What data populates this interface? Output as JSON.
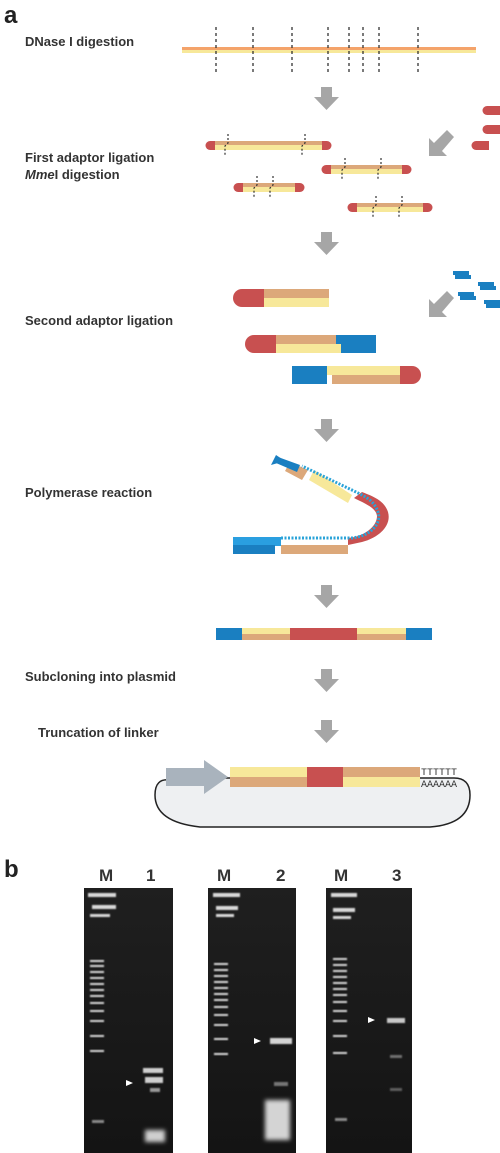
{
  "panel_a": {
    "letter": "a",
    "steps": {
      "dnase": "DNase I digestion",
      "first_ligation": "First adaptor ligation",
      "mme_italic": "Mme",
      "mme_rest": "I digestion",
      "second_ligation": "Second adaptor ligation",
      "polymerase": "Polymerase reaction",
      "subcloning": "Subcloning into plasmid",
      "truncation": "Truncation of linker"
    },
    "poly_t": "TTTTTT",
    "poly_a": "AAAAAA"
  },
  "panel_b": {
    "letter": "b",
    "gels": [
      {
        "marker": "M",
        "lane": "1"
      },
      {
        "marker": "M",
        "lane": "2"
      },
      {
        "marker": "M",
        "lane": "3"
      }
    ]
  },
  "colors": {
    "yellow": "#f7e89a",
    "tan": "#dca87a",
    "red": "#c85050",
    "blue": "#1a7fc1",
    "arrow": "#a6a6a6",
    "plasmid_fill": "#eef0f2",
    "gel_bg": "#1a1a1a"
  }
}
